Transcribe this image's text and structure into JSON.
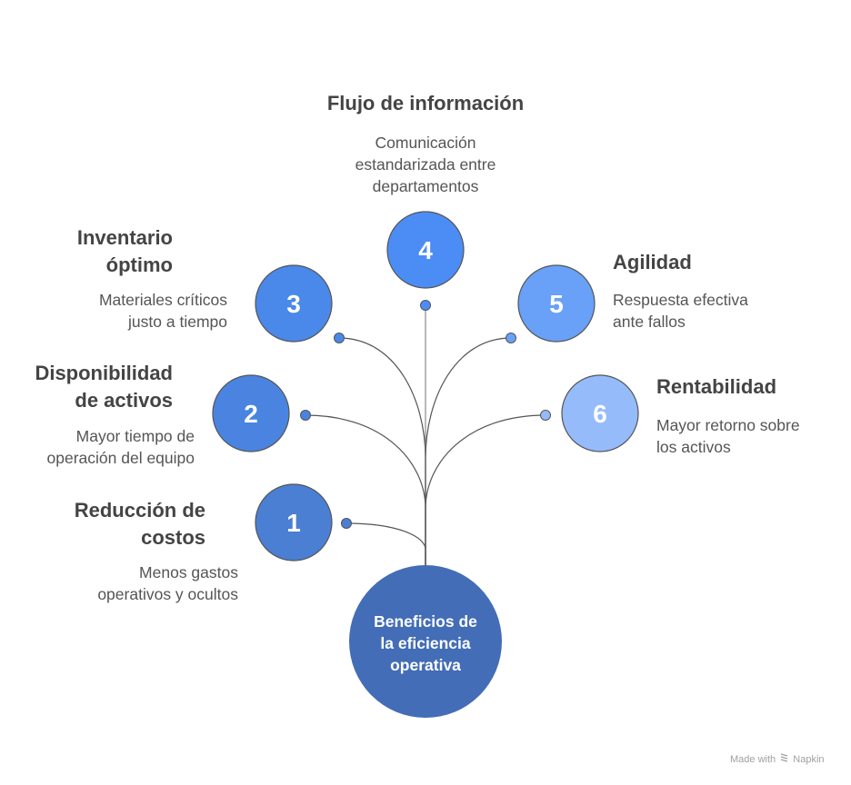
{
  "hub": {
    "label": "Beneficios de la eficiencia operativa",
    "lines": [
      "Beneficios de",
      "la eficiencia",
      "operativa"
    ],
    "color": "#436db6"
  },
  "items": [
    {
      "number": "1",
      "title_lines": [
        "Reducción de",
        "costos"
      ],
      "desc_lines": [
        "Menos gastos",
        "operativos y ocultos"
      ],
      "color": "#4a7fd4"
    },
    {
      "number": "2",
      "title_lines": [
        "Disponibilidad",
        "de activos"
      ],
      "desc_lines": [
        "Mayor tiempo de",
        "operación del equipo"
      ],
      "color": "#4a84e0"
    },
    {
      "number": "3",
      "title_lines": [
        "Inventario",
        "óptimo"
      ],
      "desc_lines": [
        "Materiales críticos",
        "justo a tiempo"
      ],
      "color": "#4a88ea"
    },
    {
      "number": "4",
      "title_lines": [
        "Flujo de información"
      ],
      "desc_lines": [
        "Comunicación",
        "estandarizada entre",
        "departamentos"
      ],
      "color": "#4c8df5"
    },
    {
      "number": "5",
      "title_lines": [
        "Agilidad"
      ],
      "desc_lines": [
        "Respuesta efectiva",
        "ante fallos"
      ],
      "color": "#68a1f7"
    },
    {
      "number": "6",
      "title_lines": [
        "Rentabilidad"
      ],
      "desc_lines": [
        "Mayor retorno sobre",
        "los activos"
      ],
      "color": "#95bbfa"
    }
  ],
  "footer": {
    "made_with": "Made with",
    "brand": "Napkin"
  }
}
